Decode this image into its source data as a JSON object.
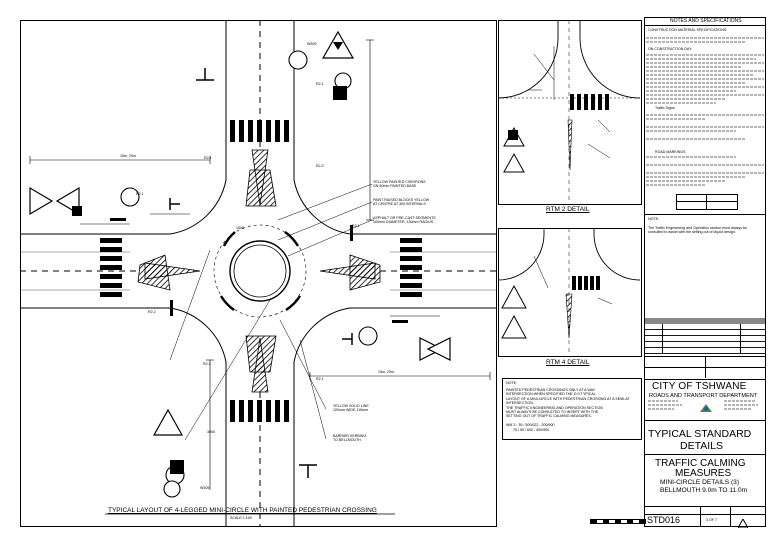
{
  "main_plan": {
    "title": "TYPICAL LAYOUT OF 4-LEGGED MINI-CIRCLE WITH PAINTED PEDESTRIAN CROSSING",
    "scale": "SCALE 1:100",
    "sign_labels": {
      "r2_1_top_left": "R2.1",
      "r2_1_top_right": "R2.1",
      "r2_2_top": "R2.2",
      "r2_1_left": "R2.1",
      "r2_1_right": "R2.1",
      "r2_1_bottom": "R2.1",
      "r2_2_bottom": "R2.2",
      "r2_2_left": "R2.2",
      "w309_top": "W309",
      "w309_bottom": "W309"
    },
    "dim_labels": {
      "top_left": "15m, 20m",
      "bottom_right": "15m, 20m",
      "island": "1500",
      "approach": "3000"
    },
    "callouts": {
      "yellow_painted": "YELLOW PAINTED CHEVRONS\nON 50mm PAINTED BASE",
      "painted_mini": "PAINT RAISED BLOCKS YELLOW\nAT CENTRE AT 300 INTERVALS",
      "asphalt": "ASPHALT OR PRE-CAST SEGMENTS\n100mm DIAMETER, 130mm RADIUS",
      "yellow_solid": "YELLOW SOLID LINE\n100mm WIDE 115mm",
      "kerb": "BARRIER KERBING\nTO BELLMOUTH"
    }
  },
  "detail2": {
    "label": "RTM 2 DETAIL"
  },
  "detail4": {
    "label": "RTM 4 DETAIL"
  },
  "note_box": {
    "heading": "NOTE:",
    "lines": [
      "PAINTED PEDESTRIAN CROSSINGS ONLY AT A WAY",
      "INTERSECTION WHEN SPECIFIED THE D.S TYPICAL",
      "LAYOUT OF A MINI-CIRCLE WITH PEDESTRIAN CROSSING AT A SEMI-AT",
      "INTERSECTION.",
      "THE TRAFFIC ENGINEERING AND OPERATION SECTION",
      "MUST ALWAYS BE CONSULTED TO INSERT WITH THE",
      "SETTING OUT OF TRAFFIC CALMING MEASURES.",
      "",
      "WM 3 : 35 / 500/022 - 200/900",
      "       75 / 50 / 600 - 400/900"
    ]
  },
  "notes": {
    "heading": "NOTES AND SPECIFICATIONS",
    "sub": "CONSTRUCTION MATERIAL SPECIFICATIONS:",
    "sec2": "ON CONSTRUCTION DAY:",
    "sec3": "ROAD MARKINGS",
    "traffic_signs": "Traffic Signs",
    "note_label": "NOTE:",
    "note_text": "The Traffic Engineering and Operation section must always be consulted to assist with the setting out of layout design."
  },
  "title_block": {
    "city": "CITY OF TSHWANE",
    "dept": "ROADS AND TRANSPORT DEPARTMENT",
    "std1": "TYPICAL STANDARD",
    "std2": "DETAILS",
    "subj1": "TRAFFIC CALMING",
    "subj2": "MEASURES",
    "subj3": "MINI-CIRCLE DETAILS (3)",
    "subj4": "BELLMOUTH 9.0m TO 11.0m",
    "drawing_no": "STD016",
    "sheet": "3 OF 7"
  }
}
